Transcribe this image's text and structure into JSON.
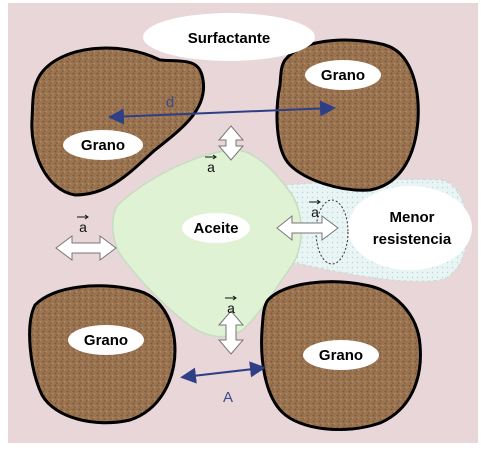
{
  "labels": {
    "surfactant": "Surfactante",
    "grain_top_left": "Grano",
    "grain_top_right": "Grano",
    "grain_bottom_left": "Grano",
    "grain_bottom_right": "Grano",
    "oil": "Aceite",
    "less_resistance_line1": "Menor",
    "less_resistance_line2": "resistencia",
    "vector": "a",
    "distance_d": "d",
    "distance_A": "A"
  },
  "colors": {
    "background": "#e8d6d8",
    "grain_fill": "#9a7350",
    "grain_outline": "#000000",
    "oil_fill": "#dff2d4",
    "dim_line": "#2f3f86",
    "resistance_fill": "#e4f3f3"
  }
}
